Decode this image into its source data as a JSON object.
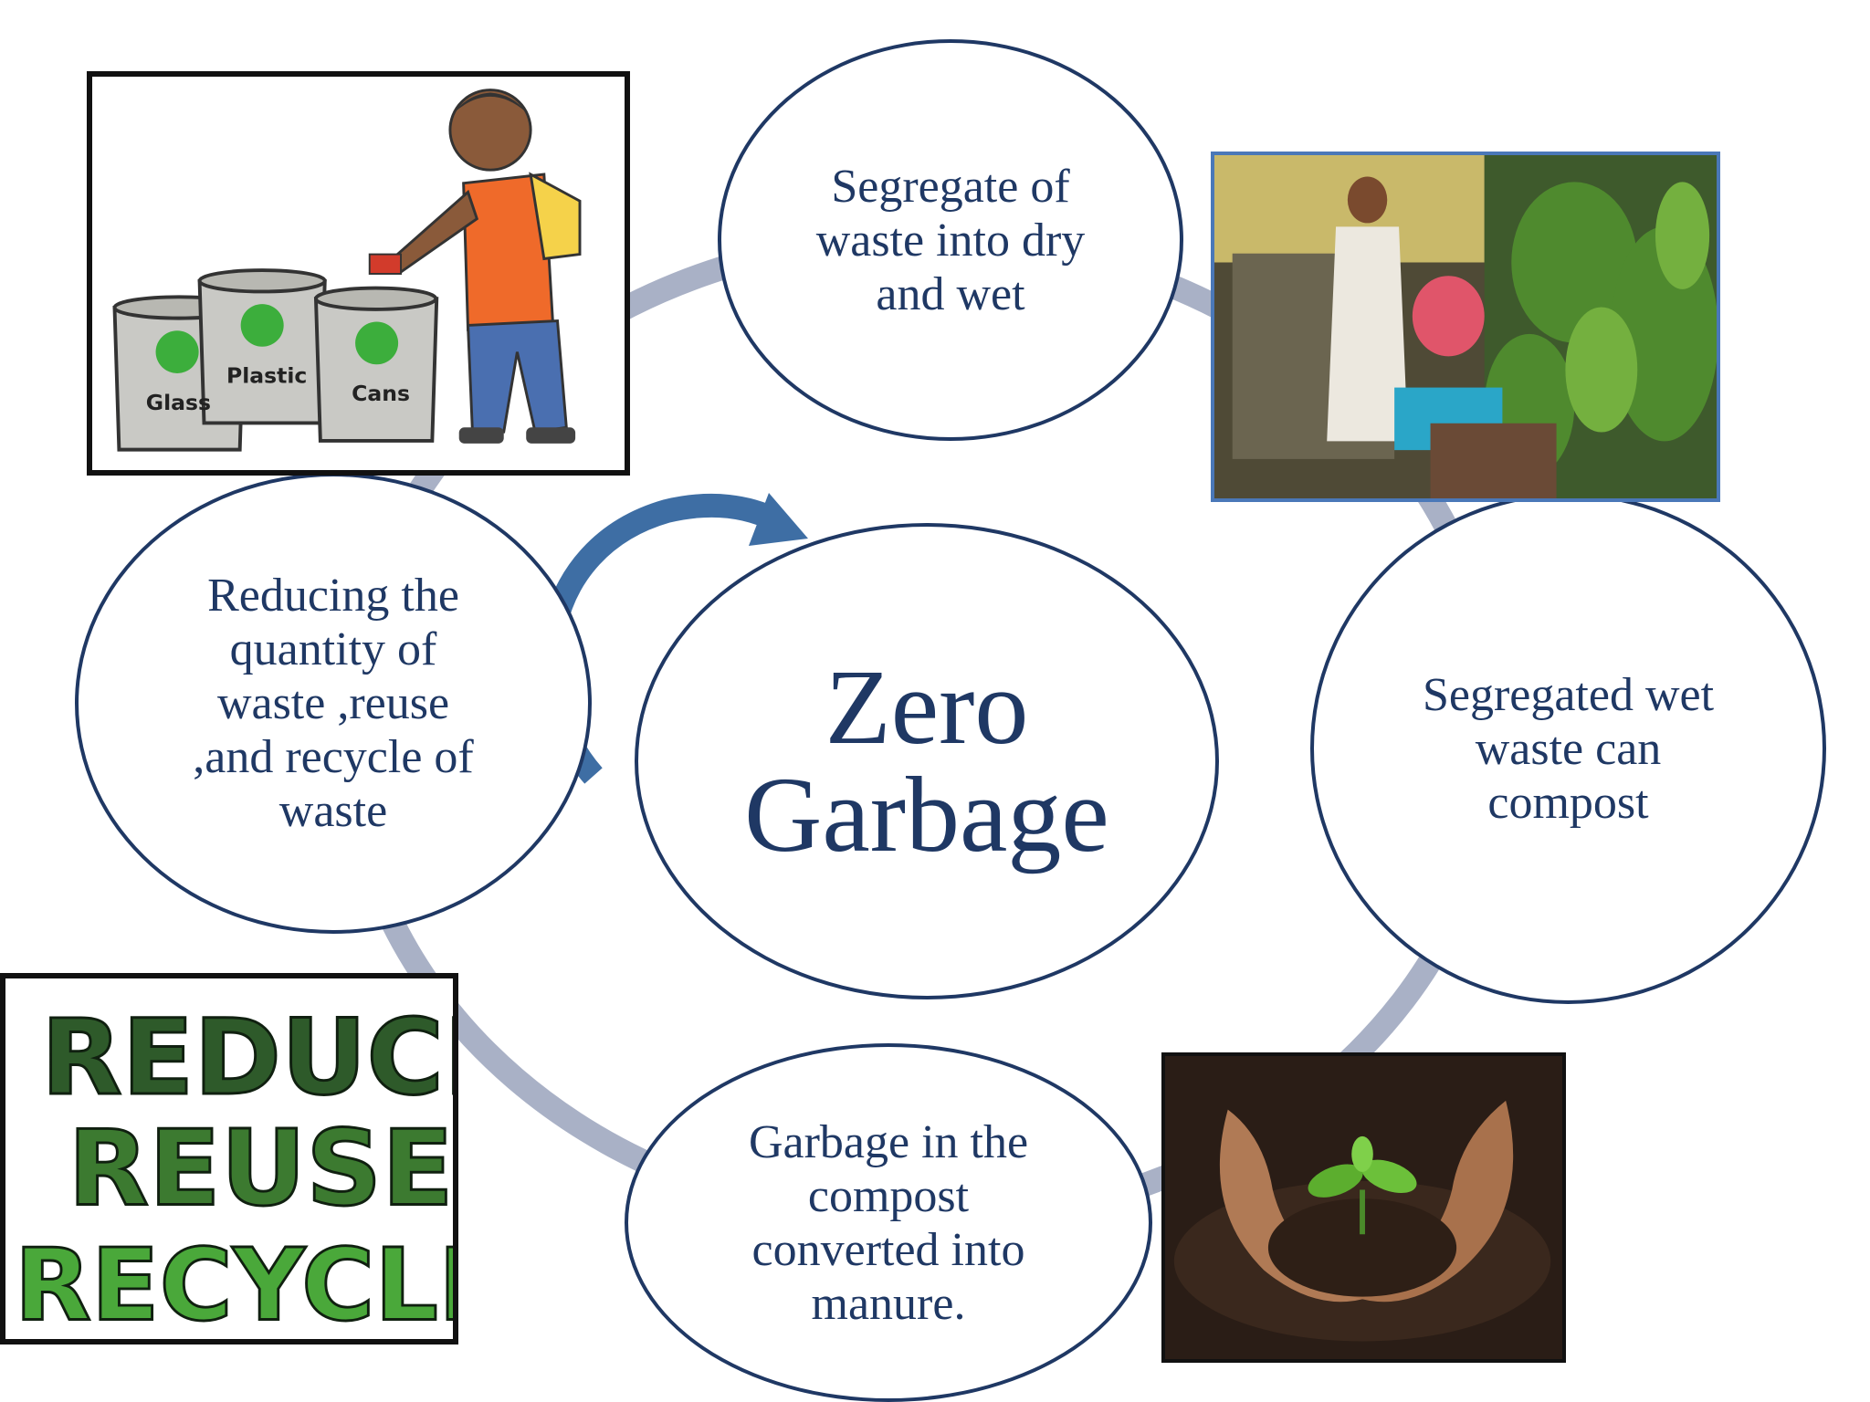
{
  "diagram": {
    "center": "Zero\nGarbage",
    "nodes": [
      {
        "id": "segregate",
        "text": "Segregate of\nwaste into dry\nand wet"
      },
      {
        "id": "compost",
        "text": "Segregated wet\nwaste  can\ncompost"
      },
      {
        "id": "manure",
        "text": "Garbage in the\ncompost\nconverted into\nmanure."
      },
      {
        "id": "reduce",
        "text": "Reducing the\nquantity of\nwaste ,reuse\n,and  recycle of\nwaste"
      }
    ],
    "colors": {
      "accent": "#1f3864",
      "ring": "#a9b1c6",
      "arrow": "#3e6ea4"
    }
  },
  "images": {
    "bins_labels": [
      "Glass",
      "Plastic",
      "Cans"
    ],
    "rrr_words": [
      "REDUCE",
      "REUSE",
      "RECYCLE"
    ]
  }
}
